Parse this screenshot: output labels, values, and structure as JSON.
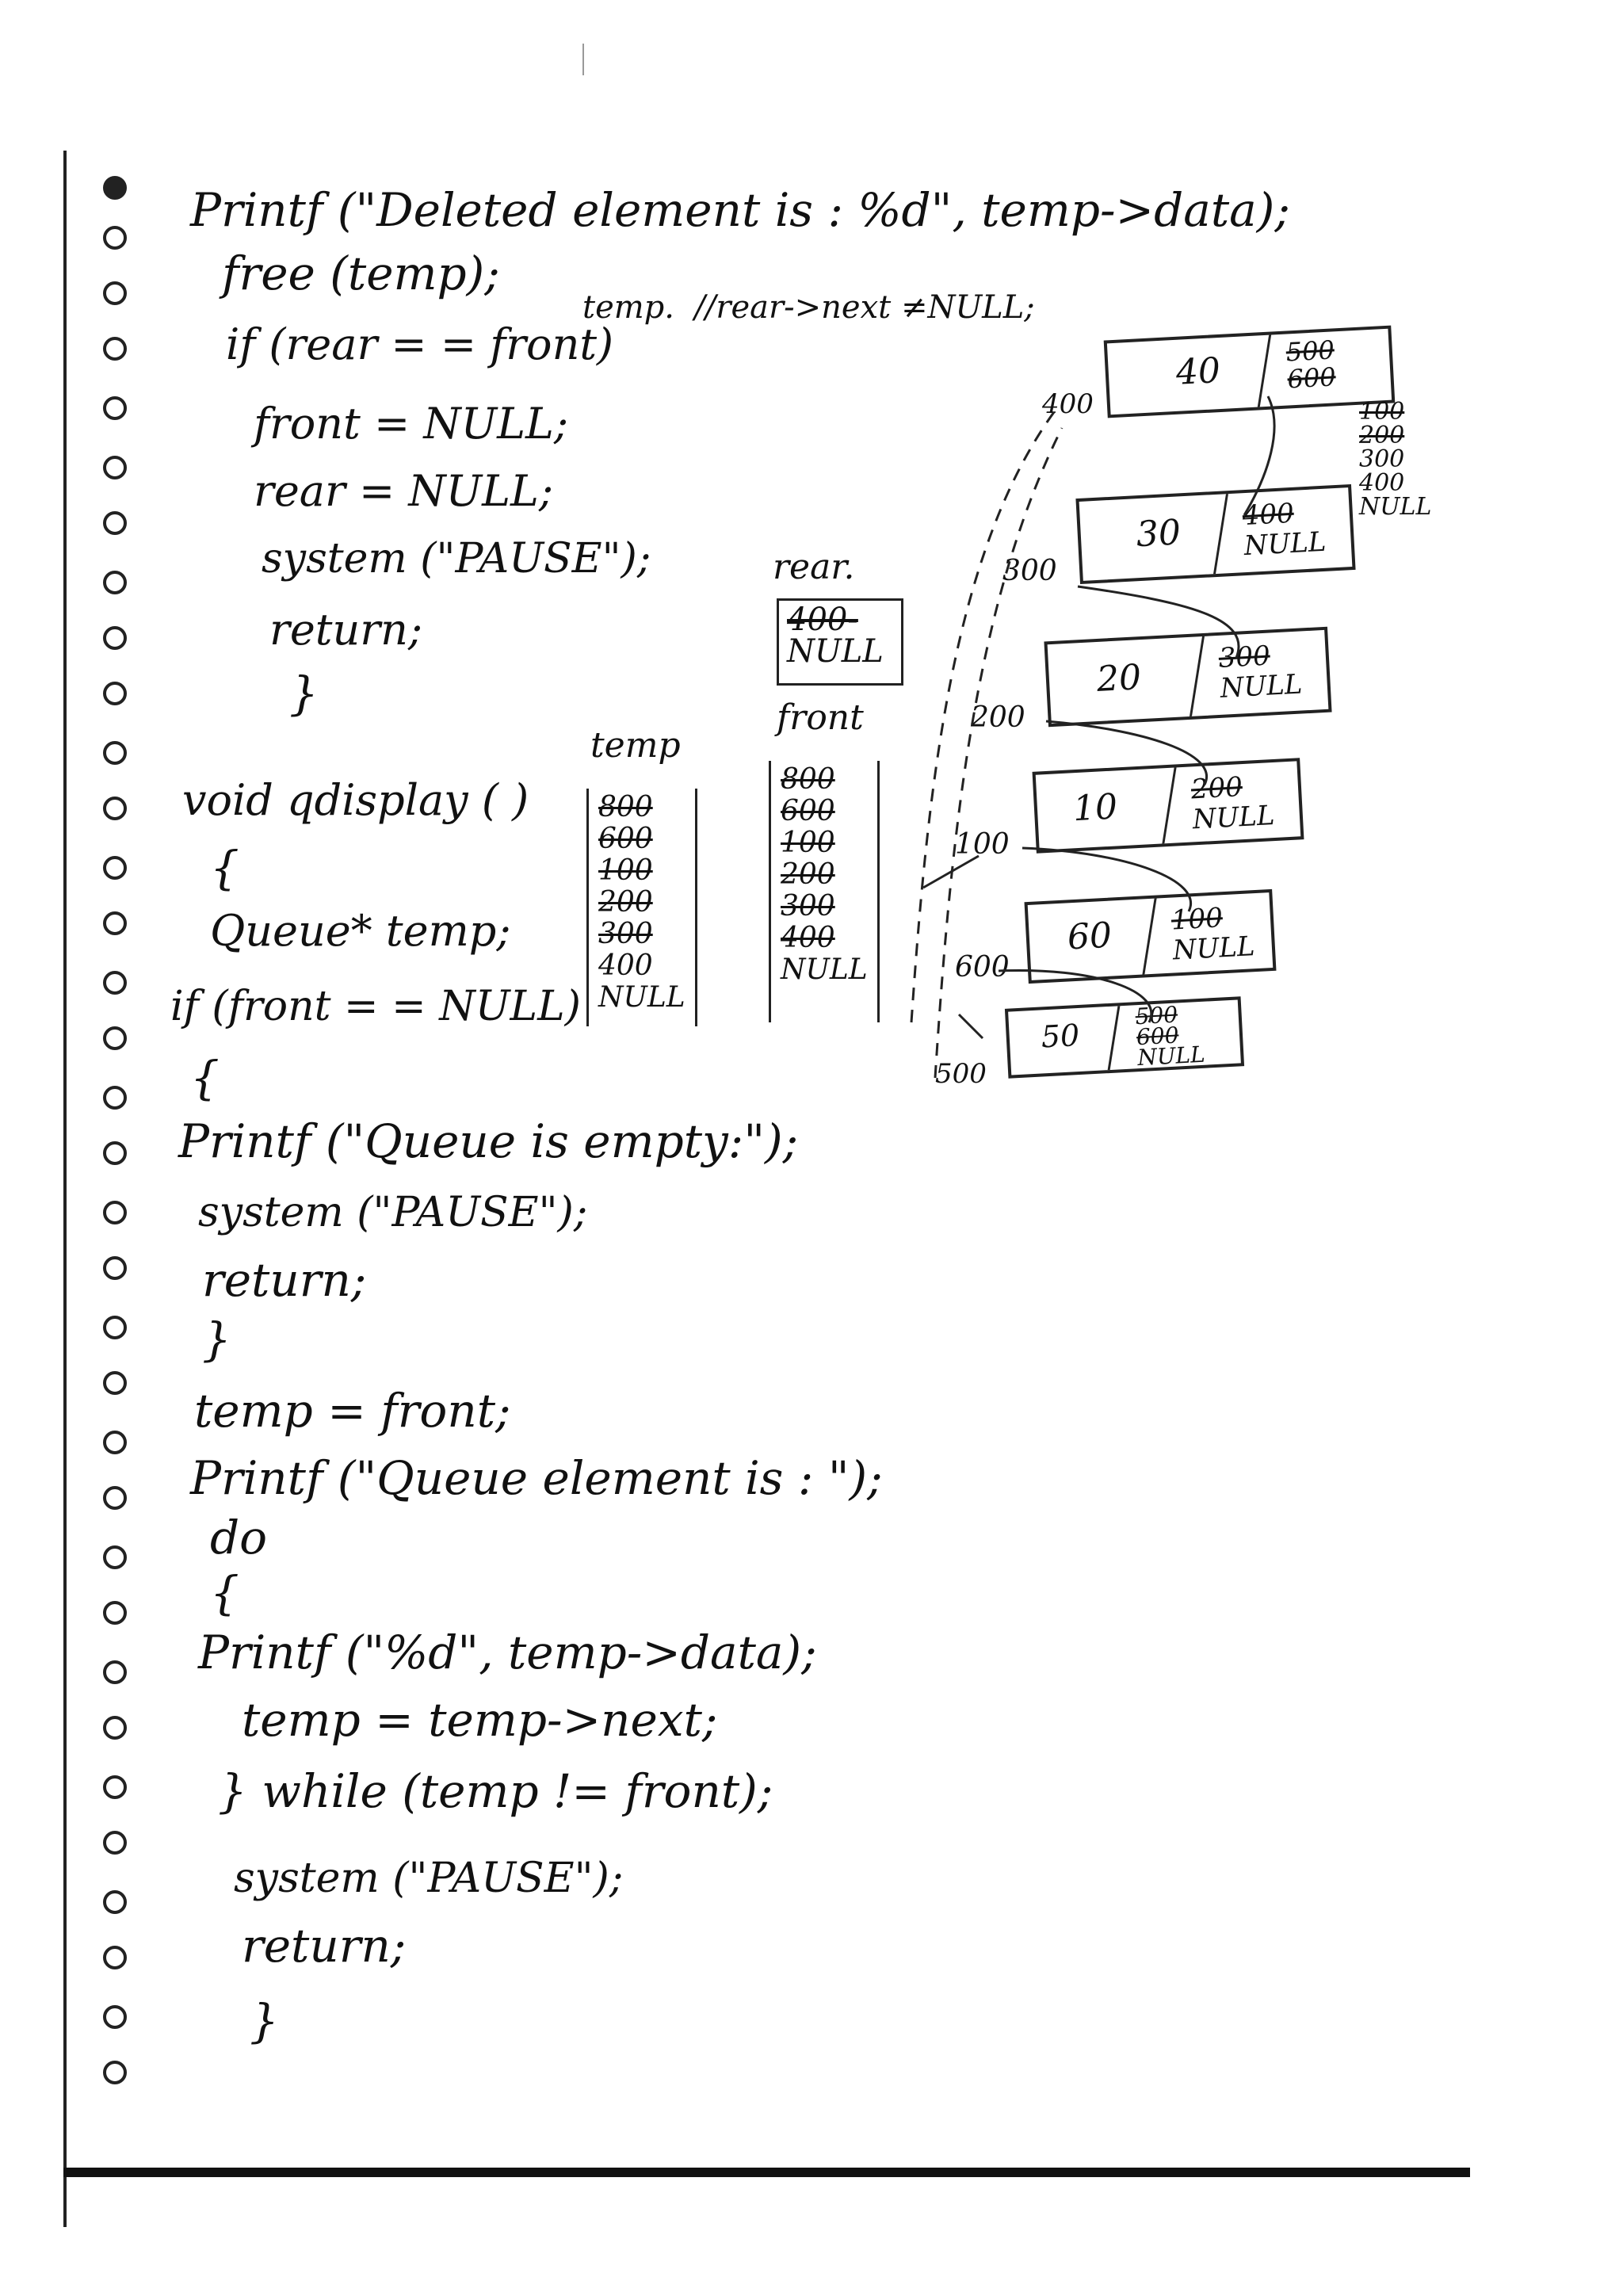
{
  "code": {
    "l1": "Printf (\"Deleted element is : %d\", temp->data);",
    "l2": "free (temp);",
    "l3": "if (rear = = front)",
    "l3_note": "temp.  //rear->next ≠NULL;",
    "l4": "front = NULL;",
    "l5": "rear = NULL;",
    "l6": "system (\"PAUSE\");",
    "l7": "return;",
    "l8": "}",
    "l9": "void qdisplay ( )",
    "l10": "{",
    "l11": "Queue* temp;",
    "l12": "if (front = = NULL)",
    "l13": "{",
    "l14": "Printf (\"Queue is empty:\");",
    "l15": "system (\"PAUSE\");",
    "l16": "return;",
    "l17": "}",
    "l18": "temp = front;",
    "l19": "Printf (\"Queue element is : \");",
    "l20": "do",
    "l21": "{",
    "l22": "Printf (\"%d\", temp->data);",
    "l23": "temp = temp->next;",
    "l24": "} while (temp != front);",
    "l25": "system (\"PAUSE\");",
    "l26": "return;",
    "l27": "}"
  },
  "diagram": {
    "rear_label": "rear.",
    "rear_values": [
      "400-",
      "NULL"
    ],
    "temp_label": "temp",
    "temp_values": [
      "800",
      "600",
      "100",
      "200",
      "300",
      "400",
      "NULL"
    ],
    "front_label": "front",
    "front_values": [
      "800",
      "600",
      "100",
      "200",
      "300",
      "400",
      "NULL"
    ],
    "nodes": [
      {
        "data": "40",
        "next": [
          "500",
          "600"
        ],
        "addr": "400"
      },
      {
        "data": "30",
        "next": [
          "400",
          "NULL"
        ],
        "addr": "300"
      },
      {
        "data": "20",
        "next": [
          "300",
          "NULL"
        ],
        "addr": "200"
      },
      {
        "data": "10",
        "next": [
          "200",
          "NULL"
        ],
        "addr": "100"
      },
      {
        "data": "60",
        "next": [
          "100",
          "NULL"
        ],
        "addr": "600"
      },
      {
        "data": "50",
        "next": [
          "500",
          "600",
          "NULL"
        ],
        "addr": "500"
      }
    ],
    "side_values": [
      "100",
      "200",
      "300",
      "400",
      "NULL"
    ]
  }
}
